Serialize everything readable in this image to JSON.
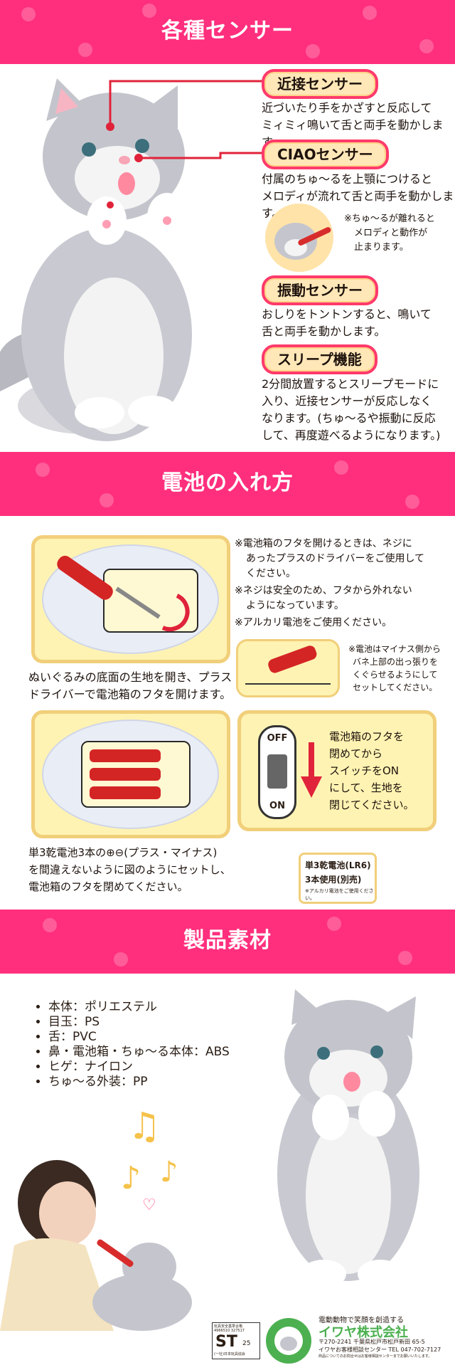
{
  "sections": {
    "sensors_title": "各種センサー",
    "battery_title": "電池の入れ方",
    "materials_title": "製品素材"
  },
  "sensors": [
    {
      "label": "近接センサー",
      "desc1": "近づいたり手をかざすと反応して",
      "desc2": "ミィミィ鳴いて舌と両手を動かします。"
    },
    {
      "label": "CIAOセンサー",
      "desc1": "付属のちゅ～るを上顎につけると",
      "desc2": "メロディが流れて舌と両手を動かします。"
    },
    {
      "label": "振動センサー",
      "desc1": "おしりをトントンすると、鳴いて",
      "desc2": "舌と両手を動かします。"
    },
    {
      "label": "スリープ機能",
      "desc1": "2分間放置するとスリープモードに",
      "desc2": "入り、近接センサーが反応しなく",
      "desc3": "なります。(ちゅ～るや振動に反応",
      "desc4": "して、再度遊べるようになります。)"
    }
  ],
  "ciao_note": {
    "l1": "※ちゅ～るが離れると",
    "l2": "メロディと動作が",
    "l3": "止まります。"
  },
  "battery": {
    "notes": [
      "※電池箱のフタを開けるときは、ネジに",
      "あったプラスのドライバーをご使用して",
      "ください。",
      "※ネジは安全のため、フタから外れない",
      "ようになっています。",
      "※アルカリ電池をご使用ください。"
    ],
    "spring_note": [
      "※電池はマイナス側から",
      "バネ上部の出っ張りを",
      "くぐらせるようにして",
      "セットしてください。"
    ],
    "step1": [
      "ぬいぐるみの底面の生地を開き、プラス",
      "ドライバーで電池箱のフタを開けます。"
    ],
    "step2": [
      "単3乾電池3本の⊕⊖(プラス・マイナス)",
      "を間違えないように図のようにセットし、",
      "電池箱のフタを閉めてください。"
    ],
    "switch_note": [
      "電池箱のフタを",
      "閉めてから",
      "スイッチをON",
      "にして、生地を",
      "閉じてください。"
    ],
    "switch_off": "OFF",
    "switch_on": "ON",
    "battery_spec": {
      "l1": "単3乾電池(LR6)",
      "l2": "3本使用(別売)",
      "l3": "※アルカリ電池をご使用ください。"
    }
  },
  "materials": [
    "本体：ポリエステル",
    "目玉：PS",
    "舌：PVC",
    "鼻・電池箱・ちゅ～る本体：ABS",
    "ヒゲ：ナイロン",
    "ちゅ～る外装：PP"
  ],
  "footer": {
    "st_label": "ST",
    "st_num": "25",
    "st_top": "玩具安全基準合格",
    "st_code": "4966510 327517",
    "st_org": "(一社)日本玩具協会",
    "tagline": "電動動物で笑顔を創造する",
    "company": "イワヤ株式会社",
    "address": "〒270-2241 千葉県松戸市松戸新田 65-5",
    "tel": "イワヤお客様相談センター TEL 047-702-7127",
    "fine": "商品についてのお問合せはお客様相談センターまでお願いいたします。"
  },
  "colors": {
    "brand_pink": "#ff2f7d",
    "pill_fill": "#ffe7b8",
    "panel_yellow": "#fff3b3"
  }
}
